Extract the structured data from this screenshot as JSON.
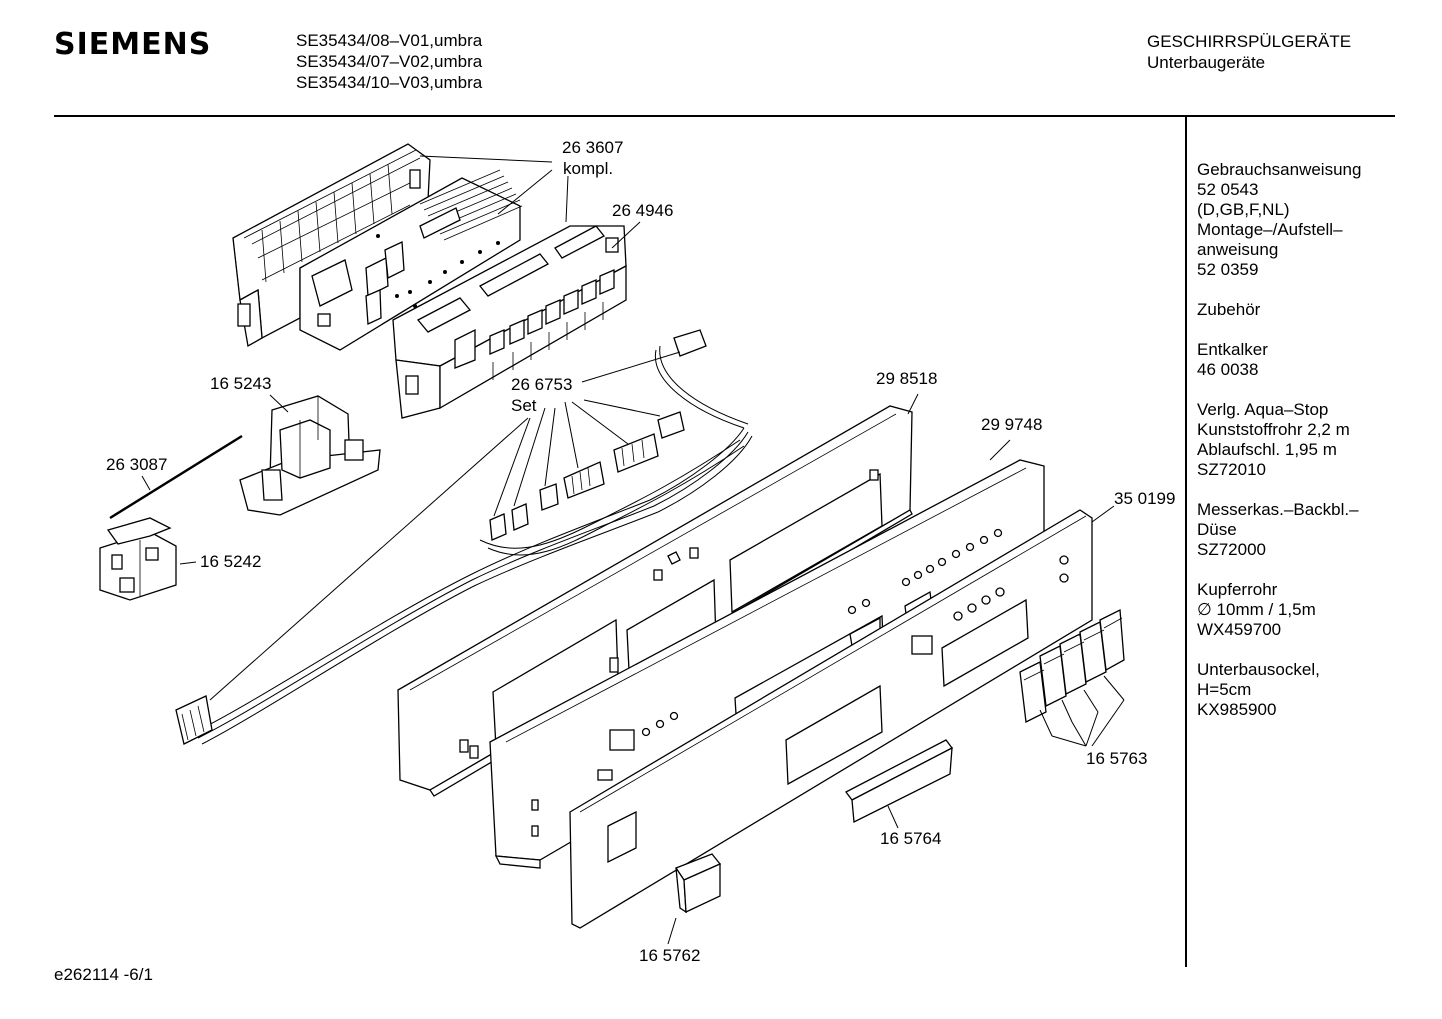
{
  "header": {
    "brand": "SIEMENS",
    "models": [
      "SE35434/08–V01,umbra",
      "SE35434/07–V02,umbra",
      "SE35434/10–V03,umbra"
    ],
    "category": [
      "GESCHIRRSPÜLGERÄTE",
      "Unterbaugeräte"
    ]
  },
  "sidebar": {
    "groups": [
      [
        "Gebrauchsanweisung",
        "52 0543",
        "(D,GB,F,NL)",
        "Montage–/Aufstell–",
        "anweisung",
        "52 0359"
      ],
      [
        "Zubehör"
      ],
      [
        "Entkalker",
        "46 0038"
      ],
      [
        "Verlg. Aqua–Stop",
        "Kunststoffrohr 2,2 m",
        "Ablaufschl. 1,95 m",
        "SZ72010"
      ],
      [
        "Messerkas.–Backbl.–",
        "Düse",
        "SZ72000"
      ],
      [
        "Kupferrohr",
        "∅ 10mm / 1,5m",
        "WX459700"
      ],
      [
        "Unterbausockel,",
        "H=5cm",
        "KX985900"
      ]
    ]
  },
  "parts": {
    "p263607": "26 3607",
    "p263607_note": "kompl.",
    "p264946": "26 4946",
    "p165243": "16 5243",
    "p263087": "26 3087",
    "p165242": "16 5242",
    "p266753": "26 6753",
    "p266753_note": "Set",
    "p298518": "29 8518",
    "p299748": "29 9748",
    "p350199": "35 0199",
    "p165763": "16 5763",
    "p165764": "16 5764",
    "p165762": "16 5762"
  },
  "footer": {
    "code": "e262114 -6/1"
  }
}
